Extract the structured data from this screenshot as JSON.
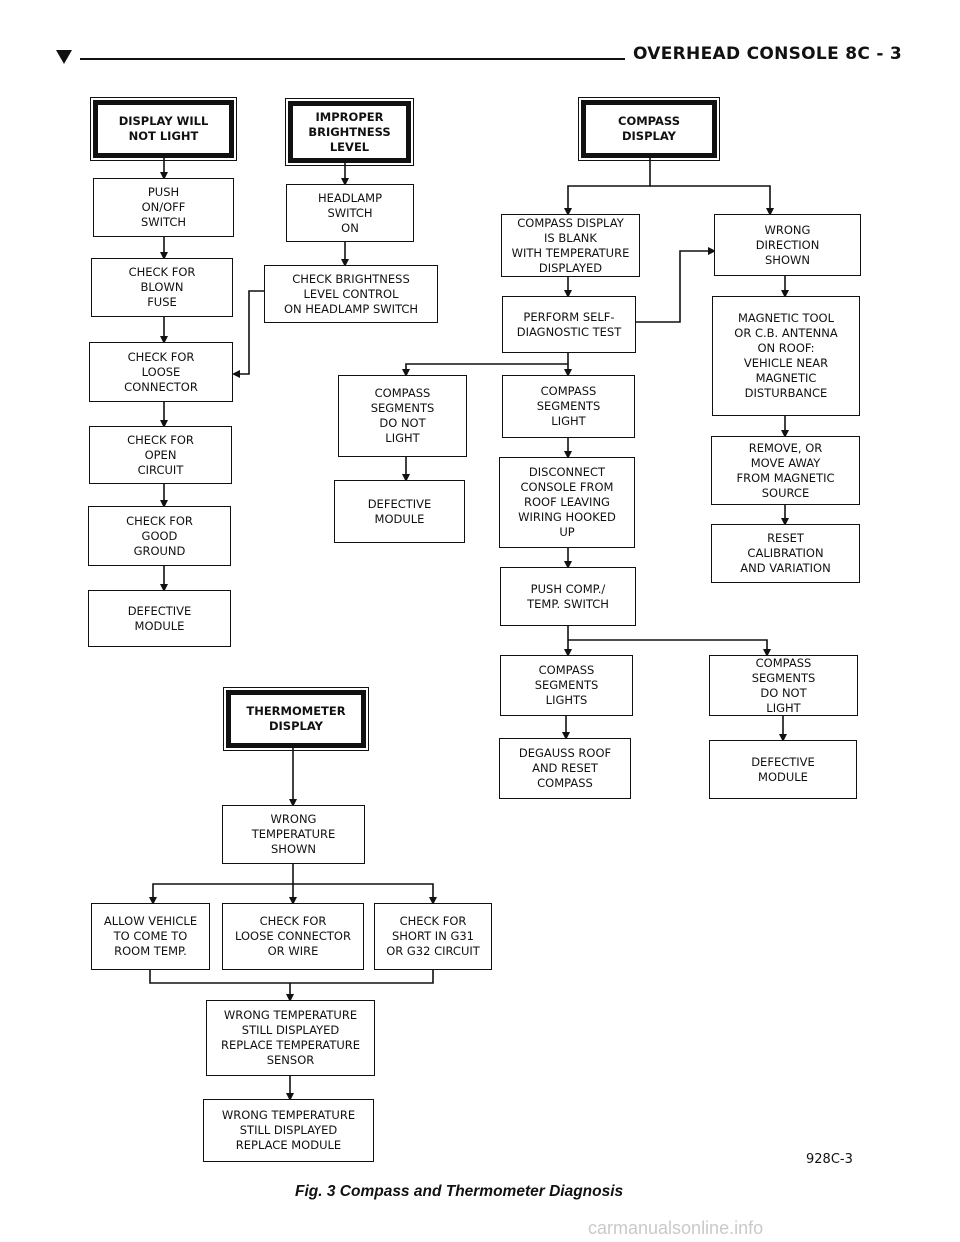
{
  "header": {
    "title": "OVERHEAD CONSOLE    8C - 3"
  },
  "boxes": {
    "display_will_not_light": "DISPLAY WILL\nNOT LIGHT",
    "push_on_off": "PUSH\nON/OFF\nSWITCH",
    "check_blown_fuse": "CHECK FOR\nBLOWN\nFUSE",
    "check_loose_connector": "CHECK FOR\nLOOSE\nCONNECTOR",
    "check_open_circuit": "CHECK FOR\nOPEN\nCIRCUIT",
    "check_good_ground": "CHECK FOR\nGOOD\nGROUND",
    "defective_module_1": "DEFECTIVE\nMODULE",
    "improper_brightness": "IMPROPER\nBRIGHTNESS\nLEVEL",
    "headlamp_switch_on": "HEADLAMP\nSWITCH\nON",
    "check_brightness": "CHECK BRIGHTNESS\nLEVEL CONTROL\nON HEADLAMP SWITCH",
    "compass_display": "COMPASS\nDISPLAY",
    "compass_blank": "COMPASS DISPLAY\nIS BLANK\nWITH TEMPERATURE\nDISPLAYED",
    "perform_self_diag": "PERFORM SELF-\nDIAGNOSTIC TEST",
    "segments_do_not_light_1": "COMPASS\nSEGMENTS\nDO NOT\nLIGHT",
    "defective_module_2": "DEFECTIVE\nMODULE",
    "segments_light": "COMPASS\nSEGMENTS\nLIGHT",
    "disconnect_console": "DISCONNECT\nCONSOLE FROM\nROOF LEAVING\nWIRING HOOKED\nUP",
    "push_comp_temp": "PUSH COMP./\nTEMP. SWITCH",
    "segments_lights": "COMPASS\nSEGMENTS\nLIGHTS",
    "degauss_roof": "DEGAUSS ROOF\nAND RESET\nCOMPASS",
    "segments_do_not_light_2": "COMPASS\nSEGMENTS\nDO NOT\nLIGHT",
    "defective_module_3": "DEFECTIVE\nMODULE",
    "wrong_direction": "WRONG\nDIRECTION\nSHOWN",
    "magnetic_tool": "MAGNETIC TOOL\nOR C.B. ANTENNA\nON ROOF:\nVEHICLE NEAR\nMAGNETIC\nDISTURBANCE",
    "remove_move_away": "REMOVE, OR\nMOVE AWAY\nFROM MAGNETIC\nSOURCE",
    "reset_calibration": "RESET\nCALIBRATION\nAND VARIATION",
    "thermometer_display": "THERMOMETER\nDISPLAY",
    "wrong_temp_shown": "WRONG\nTEMPERATURE\nSHOWN",
    "allow_vehicle": "ALLOW VEHICLE\nTO COME TO\nROOM TEMP.",
    "check_loose_connector_wire": "CHECK FOR\nLOOSE CONNECTOR\nOR WIRE",
    "check_short": "CHECK FOR\nSHORT IN G31\nOR G32 CIRCUIT",
    "wrong_temp_replace_sensor": "WRONG TEMPERATURE\nSTILL DISPLAYED\nREPLACE TEMPERATURE\nSENSOR",
    "wrong_temp_replace_module": "WRONG TEMPERATURE\nSTILL DISPLAYED\nREPLACE MODULE"
  },
  "figure": {
    "code": "928C-3",
    "caption": "Fig. 3 Compass and Thermometer Diagnosis"
  },
  "watermark": "carmanualsonline.info"
}
